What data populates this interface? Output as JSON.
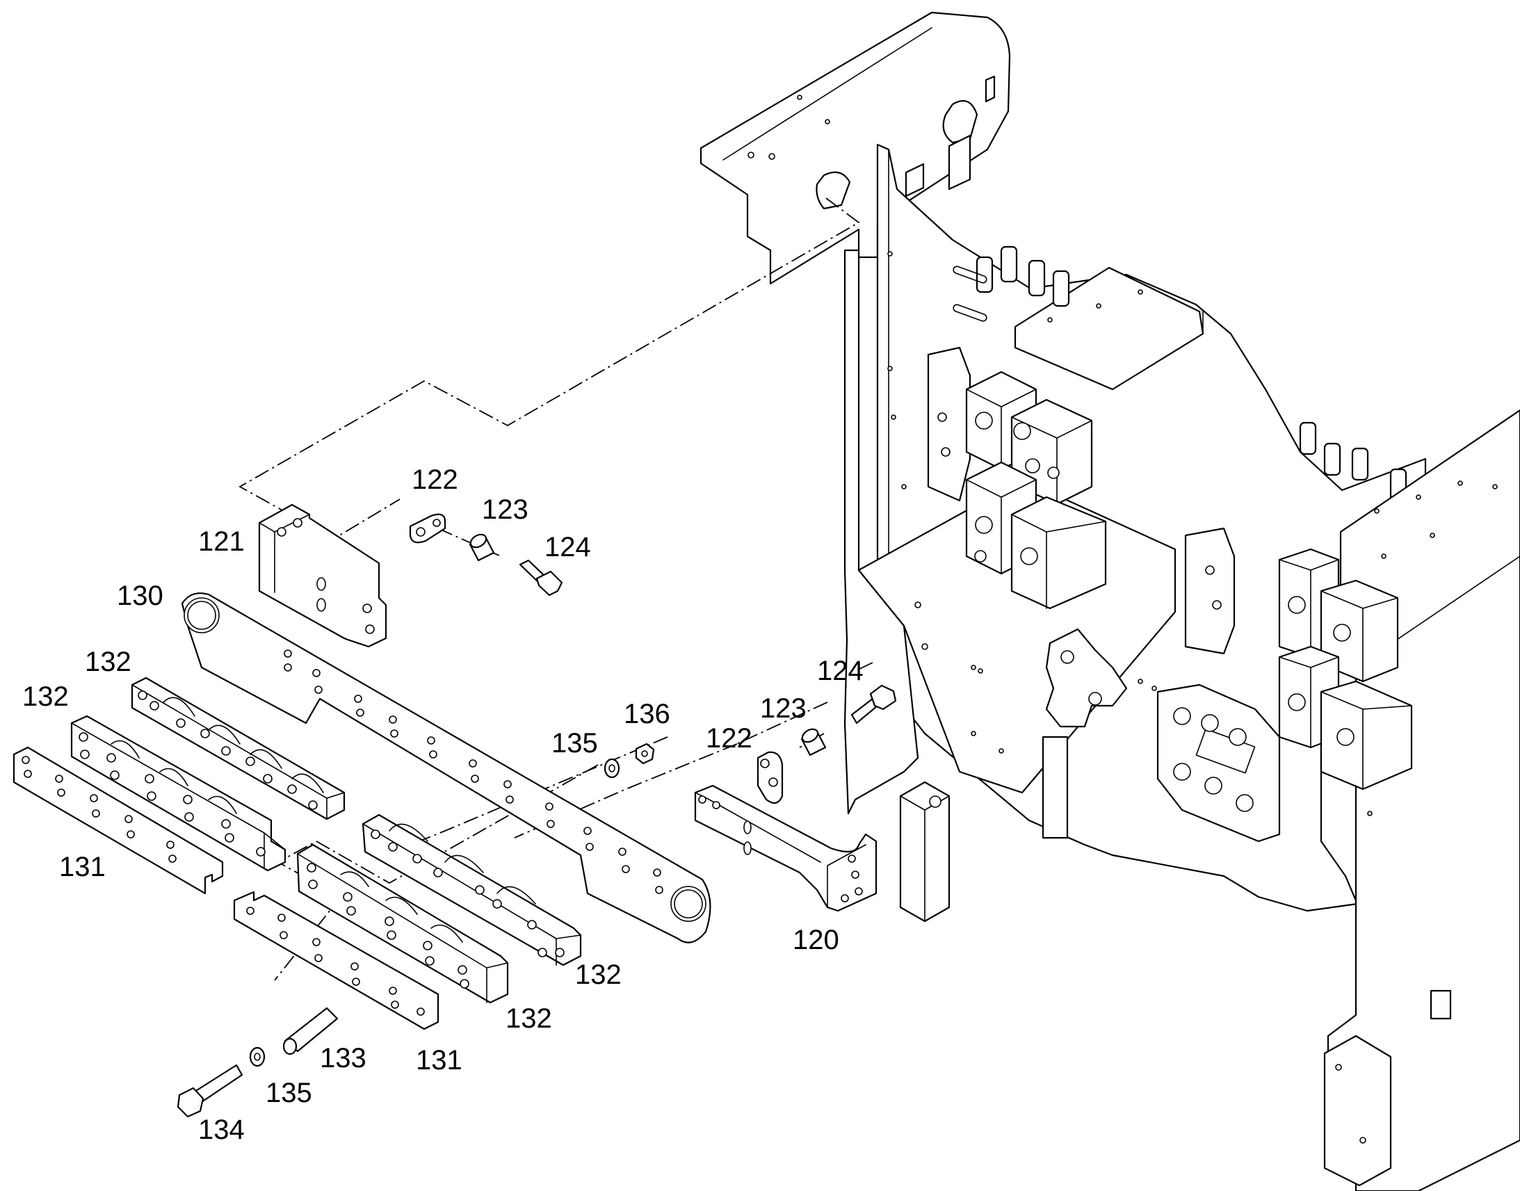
{
  "callouts": {
    "c120": "120",
    "c121": "121",
    "c122_top": "122",
    "c122_right": "122",
    "c123_top": "123",
    "c123_right": "123",
    "c124_top": "124",
    "c124_right": "124",
    "c130": "130",
    "c131_left": "131",
    "c131_bottom": "131",
    "c132_a": "132",
    "c132_b": "132",
    "c132_c": "132",
    "c132_d": "132",
    "c133": "133",
    "c134": "134",
    "c135_top": "135",
    "c135_bottom": "135",
    "c136": "136"
  }
}
